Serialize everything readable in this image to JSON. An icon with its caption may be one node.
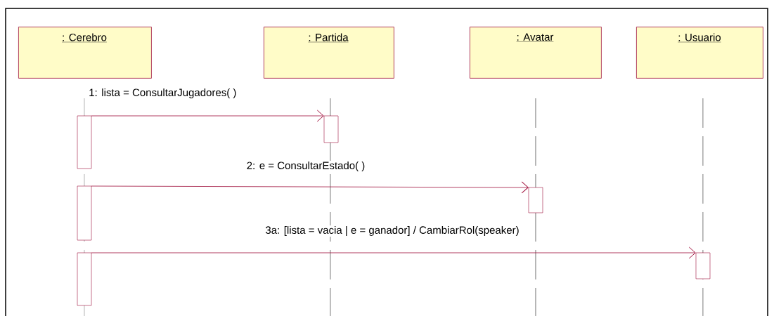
{
  "diagram": {
    "nodes": [
      {
        "text": [
          ": Cerebro"
        ]
      },
      {
        "text": [
          ": Partida"
        ]
      },
      {
        "text": [
          ": Avatar"
        ]
      },
      {
        "text": [
          ": Usuario"
        ]
      },
      {
        "text": [],
        "shape": "bar"
      },
      {
        "text": [],
        "shape": "bar"
      },
      {
        "text": [],
        "shape": "bar"
      },
      {
        "text": [],
        "shape": "bar"
      },
      {
        "text": [],
        "shape": "bar"
      },
      {
        "text": [],
        "shape": "bar"
      }
    ],
    "edges": [
      {
        "from": 4,
        "to": 7,
        "arrow": "to",
        "label": "1: lista = ConsultarJugadores( )"
      },
      {
        "from": 5,
        "to": 8,
        "arrow": "to",
        "label": "2: e = ConsultarEstado( )"
      },
      {
        "from": 6,
        "to": 9,
        "arrow": "to",
        "label": "3a: [lista = vacia | e = ganador] / CambiarRol(speaker)"
      }
    ]
  }
}
